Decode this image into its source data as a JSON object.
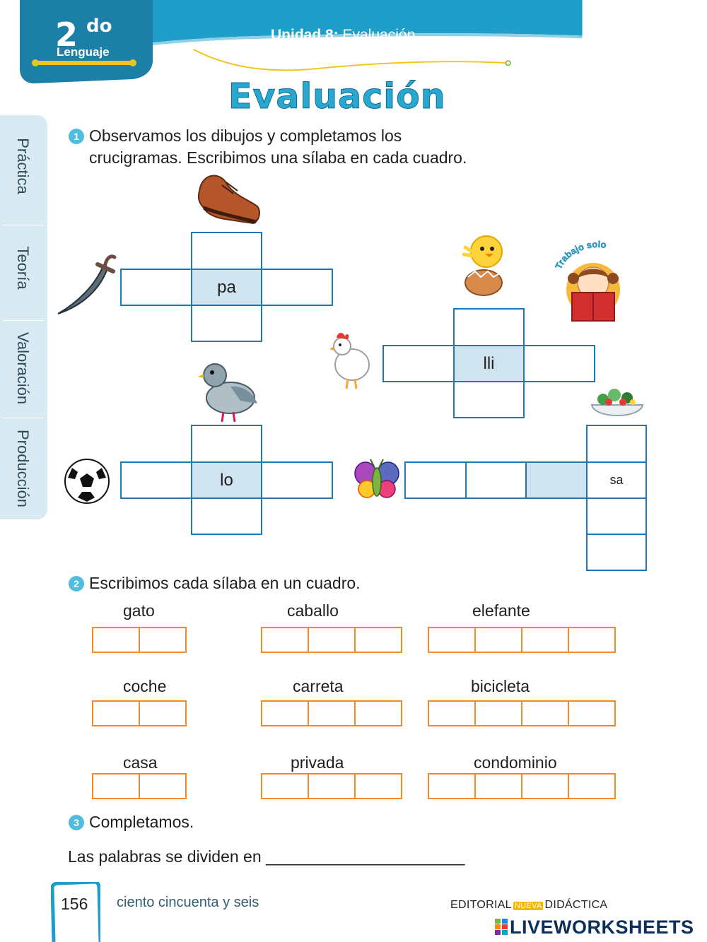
{
  "header": {
    "grade_number": "2",
    "grade_suffix": "do",
    "subject": "Lenguaje",
    "unit_label": "Unidad 8:",
    "unit_title": "Evaluación.",
    "page_title": "Evaluación",
    "colors": {
      "band": "#1e9ec8",
      "accent": "#f3c21d",
      "title": "#2aa7cf"
    }
  },
  "sidebar": {
    "items": [
      {
        "label": "Práctica"
      },
      {
        "label": "Teoría"
      },
      {
        "label": "Valoración"
      },
      {
        "label": "Producción"
      }
    ]
  },
  "exercise1": {
    "number": "1",
    "instruction_line1": "Observamos los dibujos y completamos los",
    "instruction_line2": "crucigramas. Escribimos una sílaba en cada cuadro.",
    "puzzles": [
      {
        "images": [
          "sword-icon",
          "shoe-icon"
        ],
        "given_syllable": "pa"
      },
      {
        "images": [
          "chick-icon",
          "hen-icon"
        ],
        "given_syllable": "lli"
      },
      {
        "images": [
          "soccer-ball-icon",
          "pigeon-icon"
        ],
        "given_syllable": "lo"
      },
      {
        "images": [
          "butterfly-icon",
          "salad-icon"
        ],
        "given_syllable": "sa"
      }
    ],
    "badge_text": "Trabajo solo"
  },
  "exercise2": {
    "number": "2",
    "instruction": "Escribimos cada sílaba en un cuadro.",
    "words": [
      {
        "word": "gato",
        "boxes": 2
      },
      {
        "word": "caballo",
        "boxes": 3
      },
      {
        "word": "elefante",
        "boxes": 4
      },
      {
        "word": "coche",
        "boxes": 2
      },
      {
        "word": "carreta",
        "boxes": 3
      },
      {
        "word": "bicicleta",
        "boxes": 4
      },
      {
        "word": "casa",
        "boxes": 2
      },
      {
        "word": "privada",
        "boxes": 3
      },
      {
        "word": "condominio",
        "boxes": 4
      }
    ]
  },
  "exercise3": {
    "number": "3",
    "instruction": "Completamos.",
    "sentence": "Las palabras se dividen en ______________________"
  },
  "footer": {
    "page_number": "156",
    "page_words": "ciento cincuenta y seis",
    "editorial_left": "EDITORIAL",
    "editorial_mid": "NUEVA",
    "editorial_right": "DIDÁCTICA",
    "watermark": "LIVEWORKSHEETS"
  }
}
